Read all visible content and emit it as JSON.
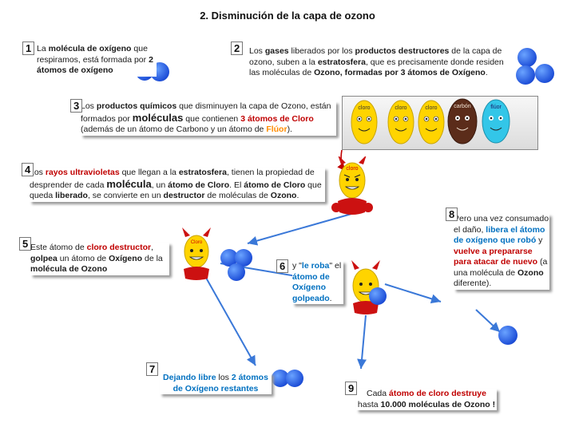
{
  "title": "2. Disminución de la capa de ozono",
  "steps": {
    "s1": {
      "num": "1",
      "text": [
        "La ",
        "molécula de oxígeno",
        " que respiramos, está formada por ",
        "2 átomos de oxígeno"
      ]
    },
    "s2": {
      "num": "2",
      "text": [
        "Los ",
        "gases",
        " liberados por los ",
        "productos destructores",
        " de la capa de ozono, suben a la ",
        "estratosfera",
        ", que es precisamente donde residen las moléculas de ",
        "Ozono, formadas por 3 átomos de Oxígeno",
        "."
      ]
    },
    "s3": {
      "num": "3",
      "text": [
        "Los ",
        "productos químicos",
        " que disminuyen la capa de Ozono, están formados por ",
        "moléculas",
        " que contienen ",
        "3 átomos de Cloro",
        " (además de un  átomo de Carbono y  un  átomo de ",
        "Flúor",
        ")."
      ]
    },
    "s4": {
      "num": "4",
      "text": [
        "Los ",
        "rayos ultravioletas",
        " que llegan a la ",
        "estratosfera",
        ", tienen la propiedad de desprender de cada ",
        "molécula",
        ", un ",
        "átomo de Cloro",
        ". El ",
        "átomo de Cloro",
        " que queda ",
        "liberado",
        ", se convierte en un ",
        "destructor",
        " de moléculas de  ",
        "Ozono",
        "."
      ]
    },
    "s5": {
      "num": "5",
      "text": [
        "Este  átomo de ",
        "cloro destructor",
        ", ",
        "golpea",
        " un átomo de ",
        "Oxígeno",
        " de la ",
        "molécula de Ozono"
      ]
    },
    "s6": {
      "num": "6",
      "text": [
        "y  \"",
        "le roba",
        "\" el  ",
        "átomo de Oxígeno golpeado",
        "."
      ]
    },
    "s7": {
      "num": "7",
      "text": [
        "Dejando libre",
        " los ",
        "2 átomos de Oxígeno restantes"
      ]
    },
    "s8": {
      "num": "8",
      "text": [
        "Pero una vez consumado el daño, ",
        "libera el átomo de oxígeno que robó",
        " y ",
        "vuelve a prepararse para atacar de nuevo",
        " (a una molécula de ",
        "Ozono",
        " diferente)."
      ]
    },
    "s9": {
      "num": "9",
      "text": [
        "Cada ",
        "átomo de cloro destruye",
        " hasta ",
        "10.000 moléculas de Ozono !"
      ]
    }
  },
  "atom_labels": {
    "cloro": "cloro",
    "carbon": "carbón",
    "fluor": "flúor",
    "cloro_chars": "Cloro"
  },
  "colors": {
    "oxygen": "#1e4fd8",
    "chlorine": "#ffd400",
    "carbon": "#5b2c1a",
    "fluorine": "#33c6e8",
    "devil_red": "#cc1111",
    "emphasis_red": "#c00000",
    "emphasis_orange": "#ff8c00",
    "arrow_blue": "#3a78d8"
  }
}
